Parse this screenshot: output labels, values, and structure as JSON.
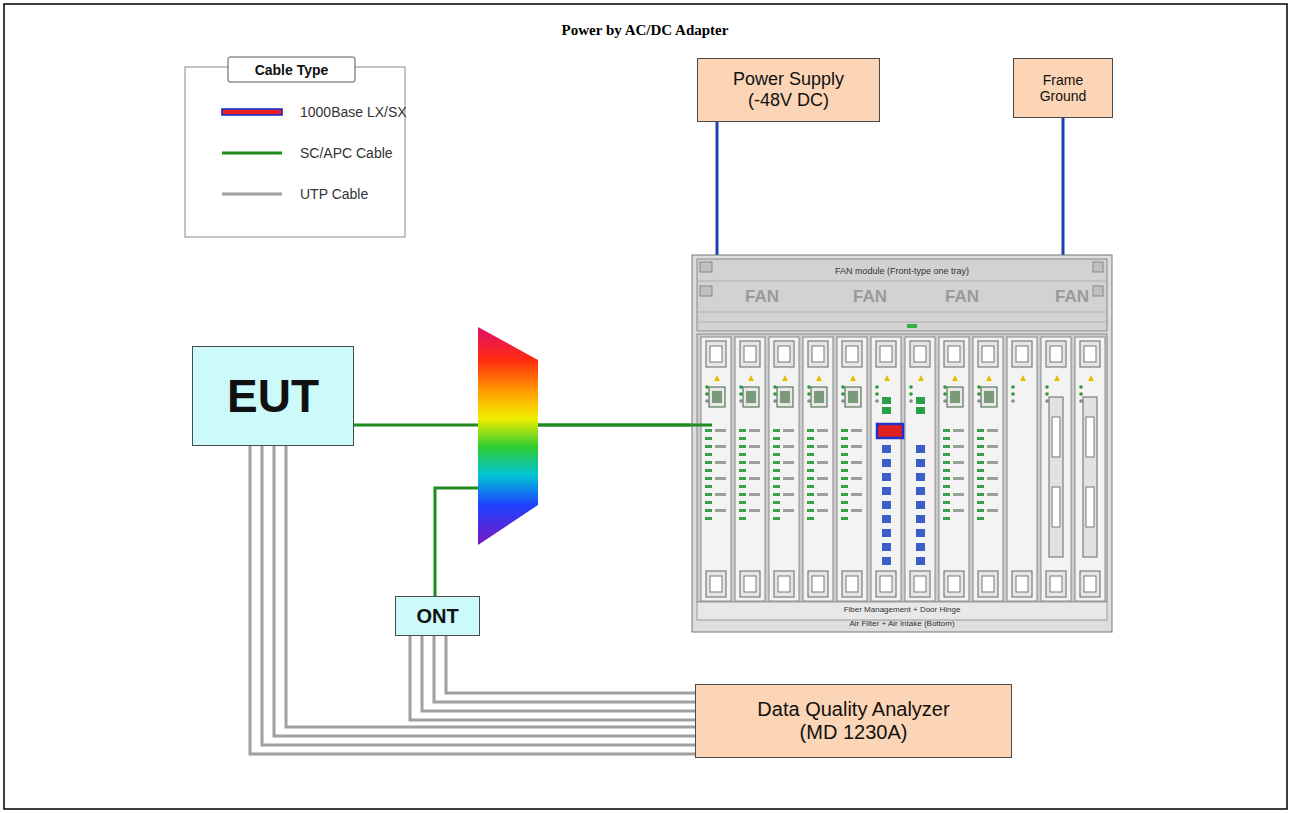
{
  "diagram": {
    "title": "Power by AC/DC Adapter",
    "nodes": [
      {
        "text": [
          "Power Supply (-48V DC)"
        ]
      },
      {
        "text": [
          "Frame Ground"
        ]
      },
      {
        "text": [
          "EUT"
        ]
      },
      {
        "text": [
          "FAN module (Front-type one tray)",
          "Fiber Management + Door Hinge",
          "Air Filter + Air Intake (Bottom)"
        ]
      },
      {
        "text": [
          "ONT"
        ]
      },
      {
        "text": [
          "Data Quality Analyzer (MD 1230A)"
        ]
      }
    ],
    "edges": [
      {
        "from": 0,
        "to": 3,
        "arrow": "none"
      },
      {
        "from": 1,
        "to": 3,
        "arrow": "none"
      },
      {
        "from": 2,
        "to": 3,
        "arrow": "none"
      },
      {
        "from": 4,
        "to": 3,
        "arrow": "none"
      },
      {
        "from": 2,
        "to": 5,
        "arrow": "none"
      },
      {
        "from": 4,
        "to": 5,
        "arrow": "none"
      }
    ],
    "labels": [
      "Cable Type",
      "FAN",
      "FAN",
      "FAN",
      "FAN"
    ],
    "legend": [
      {
        "text": "1000Base LX/SX"
      },
      {
        "text": "SC/APC Cable"
      },
      {
        "text": "UTP Cable"
      }
    ]
  }
}
